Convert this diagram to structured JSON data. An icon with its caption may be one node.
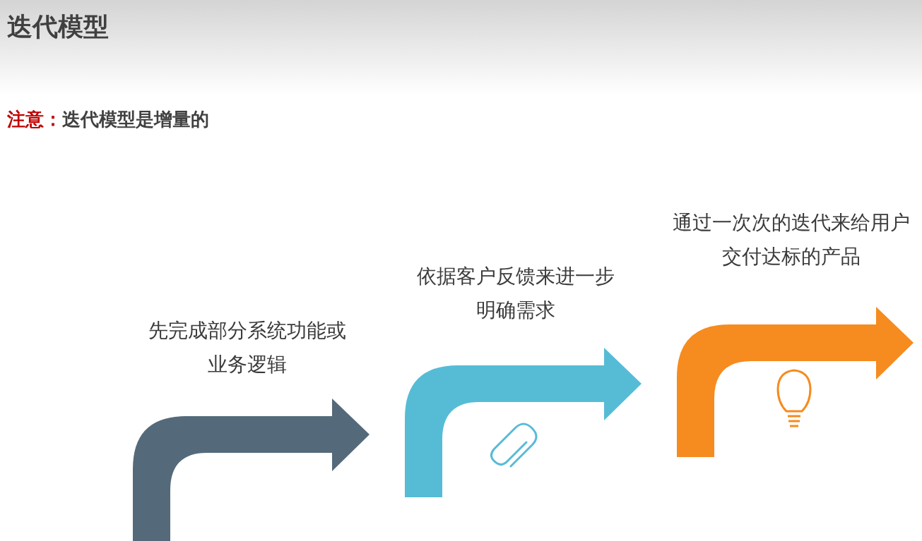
{
  "diagram": {
    "title": "迭代模型",
    "nodes": [
      {
        "text": [
          "先完成部分系统功能或业务逻辑"
        ]
      },
      {
        "text": [
          "依据客户反馈来进一步明确需求"
        ]
      },
      {
        "text": [
          "通过一次次的迭代来给用户交付达标的产品"
        ]
      }
    ],
    "labels": [
      "注意：",
      "迭代模型是增量的"
    ]
  }
}
